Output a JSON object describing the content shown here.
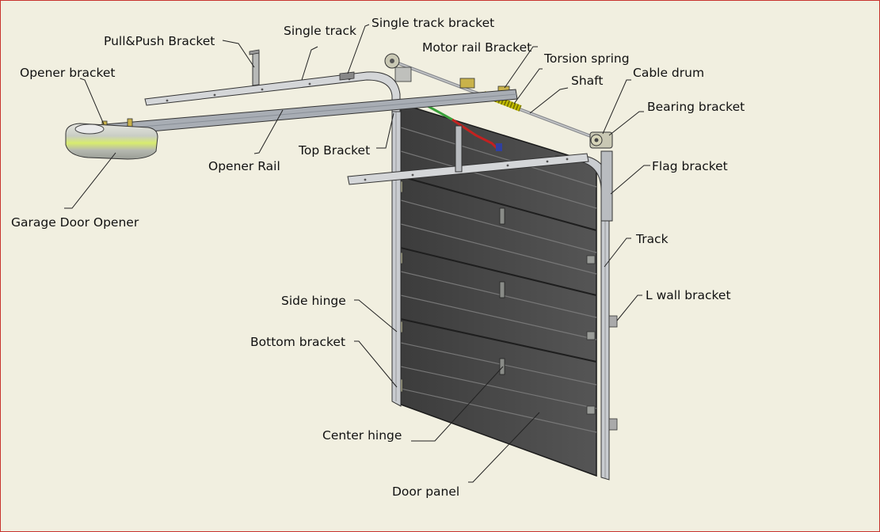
{
  "diagram": {
    "labels": {
      "pull_push_bracket": "Pull&Push Bracket",
      "single_track": "Single track",
      "single_track_bracket": "Single track bracket",
      "motor_rail_bracket": "Motor rail Bracket",
      "torsion_spring": "Torsion spring",
      "shaft": "Shaft",
      "cable_drum": "Cable drum",
      "bearing_bracket": "Bearing bracket",
      "opener_bracket": "Opener bracket",
      "top_bracket": "Top Bracket",
      "opener_rail": "Opener Rail",
      "flag_bracket": "Flag bracket",
      "garage_door_opener": "Garage Door Opener",
      "track": "Track",
      "l_wall_bracket": "L wall bracket",
      "side_hinge": "Side hinge",
      "bottom_bracket": "Bottom bracket",
      "center_hinge": "Center hinge",
      "door_panel": "Door panel"
    },
    "colors": {
      "background": "#f1efe0",
      "border": "#c8342e",
      "panel": "#4a4a4a",
      "panel_dark": "#2f2f2f",
      "rail": "#a8adb4",
      "track_metal": "#c9ccd0",
      "spring": "#c8c200",
      "cable_green": "#3aa03a",
      "cable_red": "#c42020",
      "opener_glow": "#d8ec6e"
    }
  }
}
